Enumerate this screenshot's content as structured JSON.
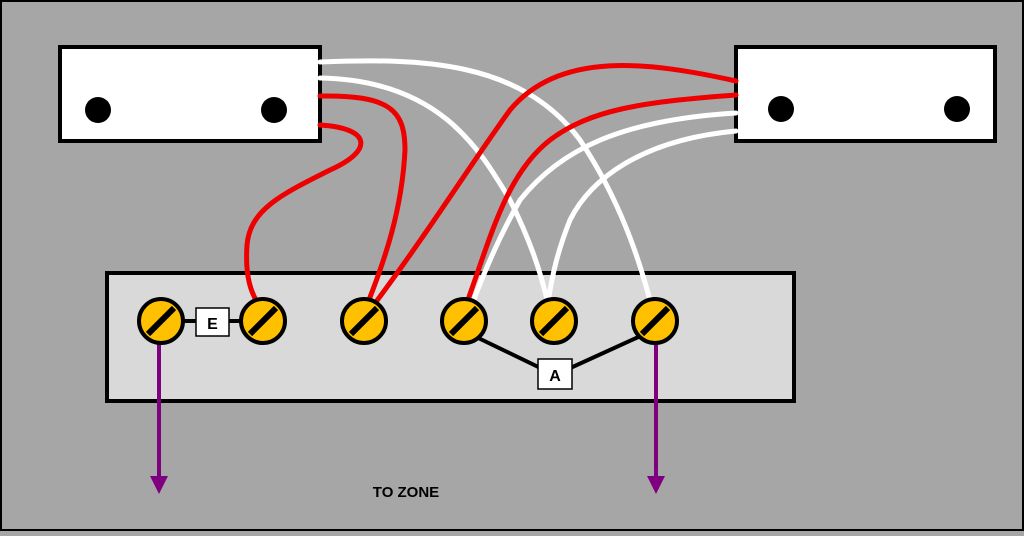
{
  "labels": {
    "e_box": "E",
    "a_box": "A",
    "to_zone": "TO ZONE"
  },
  "colors": {
    "background": "#a6a6a6",
    "terminal_strip": "#d9d9d9",
    "sensor_body": "#ffffff",
    "screw": "#ffc000",
    "red_wire": "#ee0000",
    "white_wire": "#ffffff",
    "zone_arrow": "#7f007f",
    "outline": "#000000"
  },
  "icons": {
    "terminal": "screw-terminal-icon",
    "mount_hole": "mounting-hole-icon",
    "arrow": "arrow-down-icon"
  }
}
